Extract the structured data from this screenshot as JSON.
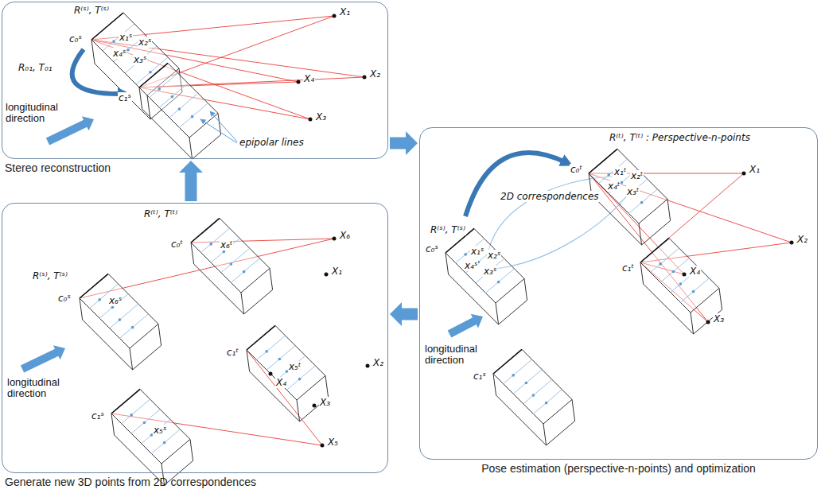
{
  "diagram": {
    "nodes": [
      {
        "text": [
          "Stereo reconstruction"
        ]
      },
      {
        "text": [
          "Pose estimation (perspective-n-points) and optimization"
        ]
      },
      {
        "text": [
          "Generate new 3D points from 2D correspondences"
        ]
      }
    ],
    "edges": [
      {
        "from": 0,
        "to": 1,
        "arrow": "to"
      },
      {
        "from": 1,
        "to": 2,
        "arrow": "to"
      },
      {
        "from": 2,
        "to": 0,
        "arrow": "to"
      }
    ],
    "labels": [
      "R⁽ˢ⁾, T⁽ˢ⁾",
      "c₀ˢ",
      "x₁ˢ",
      "x₂ˢ",
      "x₄ˢ",
      "x₃ˢ",
      "R₀₁, T₀₁",
      "c₁ˢ",
      "longitudinal direction",
      "epipolar lines",
      "X₁",
      "X₄",
      "X₂",
      "X₃",
      "R⁽ᵗ⁾, T⁽ᵗ⁾ : Perspective-n-points",
      "2D correspondences",
      "R⁽ˢ⁾, T⁽ˢ⁾",
      "c₀ᵗ",
      "x₁ᵗ",
      "x₂ᵗ",
      "x₄ᵗ",
      "x₃ᵗ",
      "c₀ˢ",
      "x₁ˢ",
      "x₂ˢ",
      "x₄ˢ",
      "x₃ˢ",
      "c₁ᵗ",
      "X₄",
      "X₃",
      "X₁",
      "X₂",
      "longitudinal direction",
      "c₁ˢ",
      "R⁽ᵗ⁾, T⁽ᵗ⁾",
      "c₀ᵗ",
      "x₆ᵗ",
      "X₆",
      "R⁽ˢ⁾, T⁽ˢ⁾",
      "c₀ˢ",
      "x₆ˢ",
      "X₁",
      "X₂",
      "c₁ᵗ",
      "X₄",
      "X₃",
      "x₅ᵗ",
      "longitudinal direction",
      "c₁ˢ",
      "x₅ˢ",
      "X₅"
    ]
  }
}
